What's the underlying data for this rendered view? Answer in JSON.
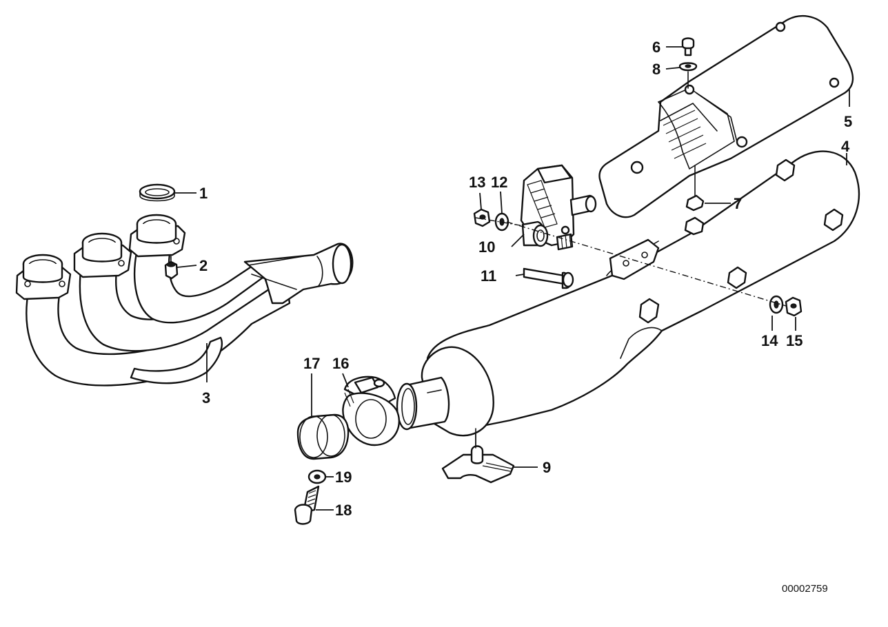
{
  "diagram": {
    "colors": {
      "line": "#111111",
      "background": "#ffffff"
    },
    "callouts": {
      "c1": "1",
      "c2": "2",
      "c3": "3",
      "c4": "4",
      "c5": "5",
      "c6": "6",
      "c7": "7",
      "c8": "8",
      "c9": "9",
      "c10": "10",
      "c11": "11",
      "c12": "12",
      "c13": "13",
      "c14": "14",
      "c15": "15",
      "c16": "16",
      "c17": "17",
      "c18": "18",
      "c19": "19"
    },
    "reference_number": "00002759"
  }
}
